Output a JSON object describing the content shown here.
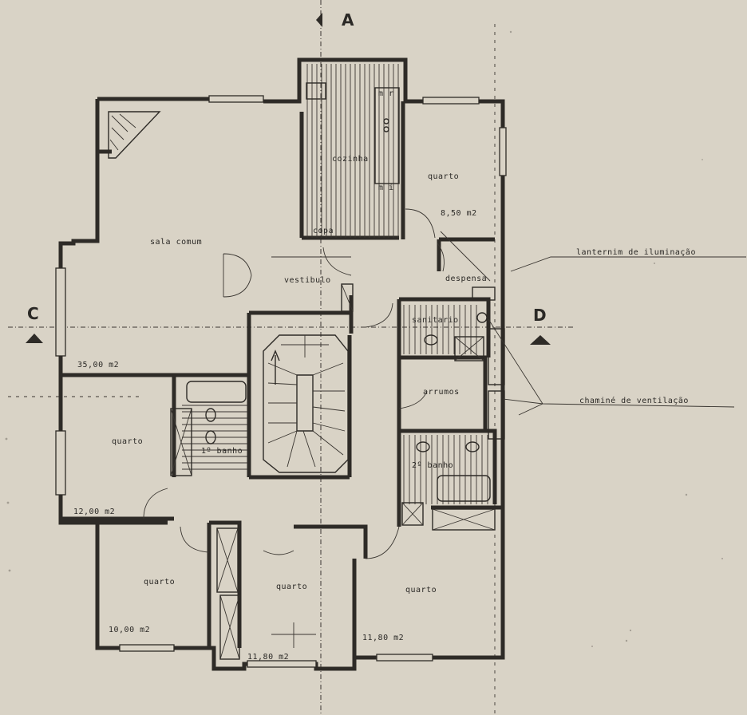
{
  "sections": {
    "a": "A",
    "c": "C",
    "d": "D"
  },
  "rooms": {
    "sala_comum": "sala comum",
    "sala_area": "35,00 m2",
    "cozinha": "cozinha",
    "mr": "m r",
    "mi": "m i",
    "copa": "copa",
    "quarto_ne": "quarto",
    "quarto_ne_area": "8,50 m2",
    "despensa": "despensa",
    "vestibulo": "vestibulo",
    "sanitario": "sanitario",
    "arrumos": "arrumos",
    "banho_1": "1º banho",
    "banho_2": "2º banho",
    "quarto_w": "quarto",
    "quarto_w_area": "12,00 m2",
    "quarto_sw": "quarto",
    "quarto_sw_area": "10,00 m2",
    "quarto_s": "quarto",
    "quarto_s_area": "11,80 m2",
    "quarto_se": "quarto",
    "quarto_se_area": "11,80 m2"
  },
  "callouts": {
    "lanternim": "lanternim de iluminação",
    "chamine": "chaminé de ventilação"
  }
}
